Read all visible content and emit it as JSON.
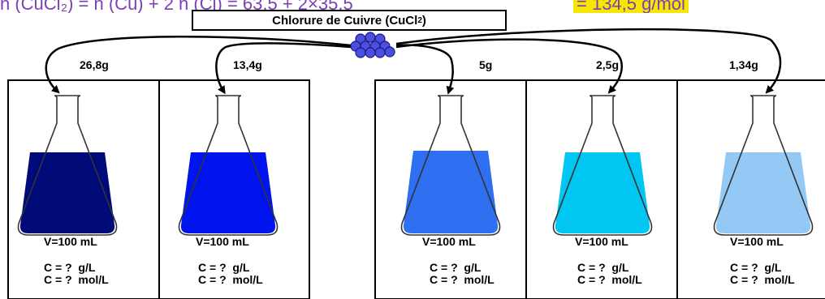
{
  "header": {
    "partial_text": "n (CuCl₂) = n (Cu) + 2 n (Cl) = 63,5 + 2×35,5",
    "highlight_text": "= 134,5 g/mol"
  },
  "title": {
    "prefix": "Chlorure de Cuivre (CuCl",
    "subscript": "2",
    "suffix": ")"
  },
  "colors": {
    "flask1": "#000a78",
    "flask2": "#0015ee",
    "flask3": "#2f6ff2",
    "flask4": "#00c6f2",
    "flask5": "#94c8f5"
  },
  "flasks": [
    {
      "mass": "26,8g",
      "volume": "V=100 mL",
      "conc_gl": "C = ?  g/L",
      "conc_mol": "C = ?  mol/L"
    },
    {
      "mass": "13,4g",
      "volume": "V=100 mL",
      "conc_gl": "C = ?  g/L",
      "conc_mol": "C = ?  mol/L"
    },
    {
      "mass": "5g",
      "volume": "V=100 mL",
      "conc_gl": "C = ?  g/L",
      "conc_mol": "C = ?  mol/L"
    },
    {
      "mass": "2,5g",
      "volume": "V=100 mL",
      "conc_gl": "C = ?  g/L",
      "conc_mol": "C = ?  mol/L"
    },
    {
      "mass": "1,34g",
      "volume": "V=100 mL",
      "conc_gl": "C = ?  g/L",
      "conc_mol": "C = ?  mol/L"
    }
  ]
}
